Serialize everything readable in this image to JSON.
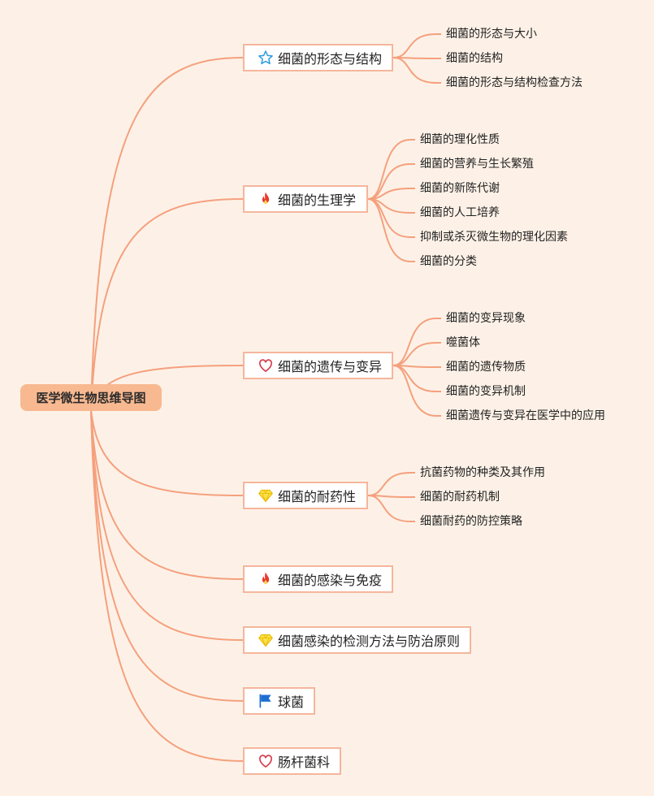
{
  "root": {
    "label": "医学微生物思维导图"
  },
  "branches": [
    {
      "label": "细菌的形态与结构",
      "icon": "star-icon",
      "children": [
        "细菌的形态与大小",
        "细菌的结构",
        "细菌的形态与结构检查方法"
      ]
    },
    {
      "label": "细菌的生理学",
      "icon": "fire-icon",
      "children": [
        "细菌的理化性质",
        "细菌的营养与生长繁殖",
        "细菌的新陈代谢",
        "细菌的人工培养",
        "抑制或杀灭微生物的理化因素",
        "细菌的分类"
      ]
    },
    {
      "label": "细菌的遗传与变异",
      "icon": "heart-icon",
      "children": [
        "细菌的变异现象",
        "噬菌体",
        "细菌的遗传物质",
        "细菌的变异机制",
        "细菌遗传与变异在医学中的应用"
      ]
    },
    {
      "label": "细菌的耐药性",
      "icon": "diamond-icon",
      "children": [
        "抗菌药物的种类及其作用",
        "细菌的耐药机制",
        "细菌耐药的防控策略"
      ]
    },
    {
      "label": "细菌的感染与免疫",
      "icon": "fire-icon",
      "children": []
    },
    {
      "label": "细菌感染的检测方法与防治原则",
      "icon": "diamond-icon",
      "children": []
    },
    {
      "label": "球菌",
      "icon": "flag-icon",
      "children": []
    },
    {
      "label": "肠杆菌科",
      "icon": "heart-icon",
      "children": []
    }
  ],
  "colors": {
    "line": "#f5a07d",
    "node_border": "#f5b69c",
    "root_fill": "#f8b890",
    "background": "#fdf1e7"
  }
}
